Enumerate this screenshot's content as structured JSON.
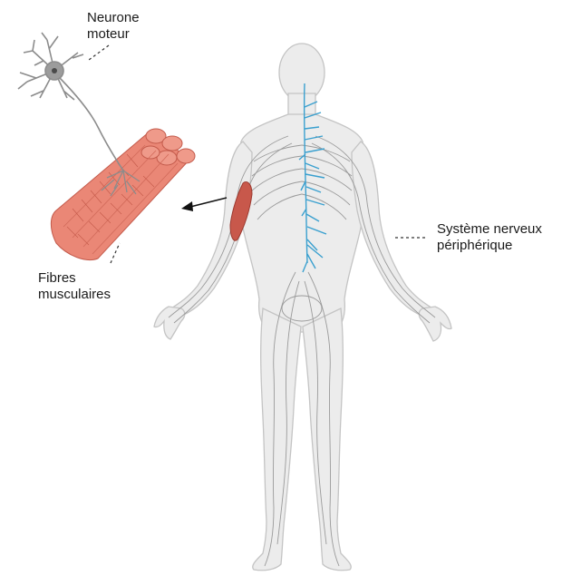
{
  "labels": {
    "neurone_line1": "Neurone",
    "neurone_line2": "moteur",
    "fibres_line1": "Fibres",
    "fibres_line2": "musculaires",
    "snp_line1": "Système nerveux",
    "snp_line2": "périphérique"
  },
  "colors": {
    "body_fill": "#ececec",
    "body_stroke": "#c4c4c4",
    "nerve_stroke": "#9a9a9a",
    "spinal_cord": "#3aa0cf",
    "muscle": "#e8816f",
    "muscle_dark": "#b8443a",
    "neuron": "#8c8c8c",
    "arrow": "#111111"
  }
}
